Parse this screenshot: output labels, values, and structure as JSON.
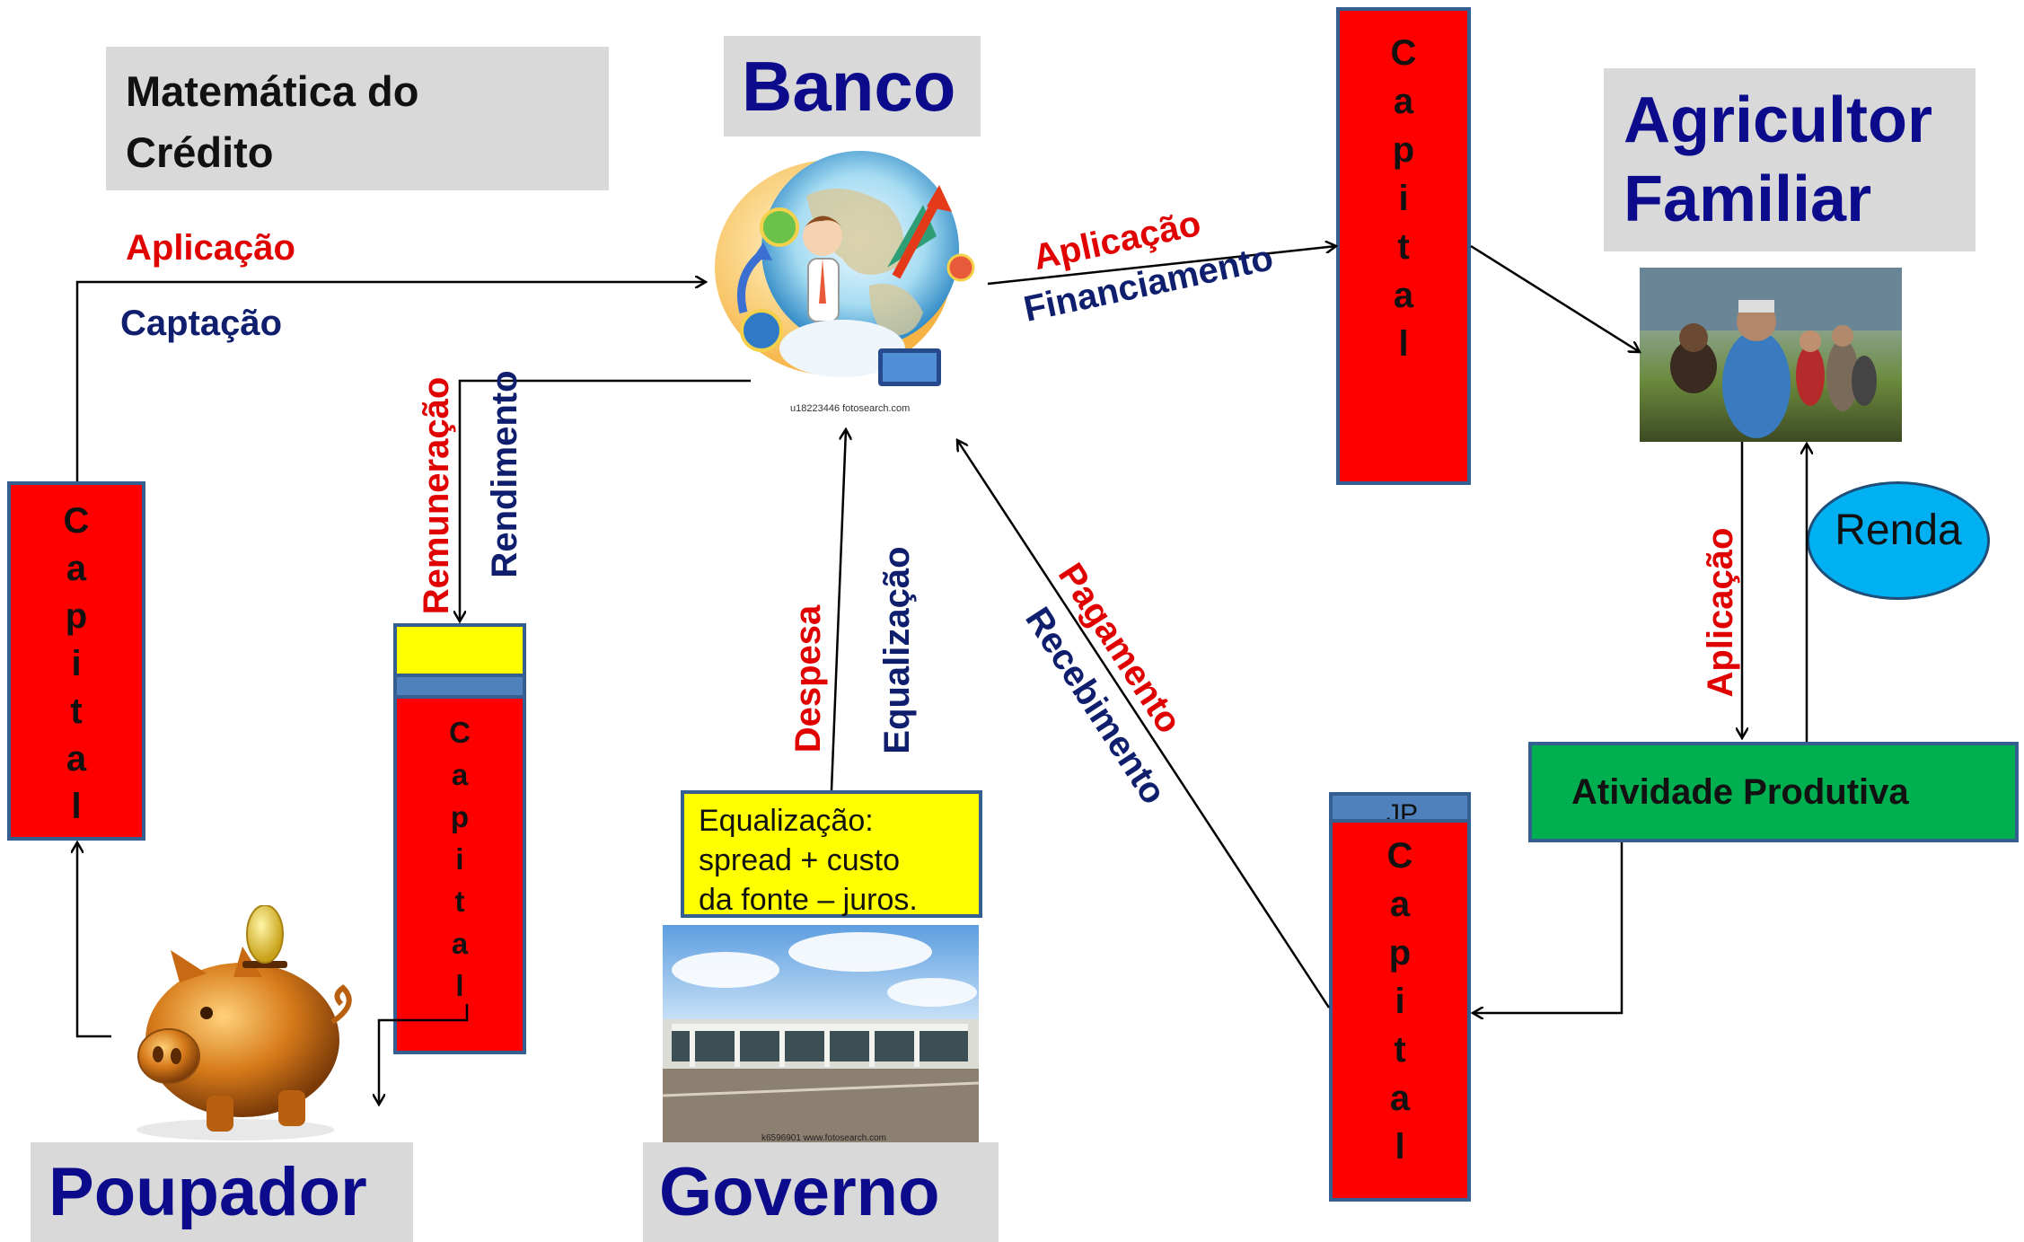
{
  "title": "Matemática do\nCrédito",
  "nodes": {
    "banco": "Banco",
    "agricultor": "Agricultor\nFamiliar",
    "poupador": "Poupador",
    "governo": "Governo",
    "atividade": "Atividade Produtiva",
    "renda": "Renda",
    "equalizacao_box": "Equalização:\nspread + custo\nda fonte – juros.",
    "jp": "JP"
  },
  "bars": {
    "capital_letters": [
      "C",
      "a",
      "p",
      "i",
      "t",
      "a",
      "l"
    ],
    "capital_small_letters": [
      "C",
      "a",
      "p",
      "i",
      "t",
      "a",
      "l"
    ]
  },
  "labels": {
    "aplicacao_left": "Aplicação",
    "captacao": "Captação",
    "remuneracao": "Remuneração",
    "rendimento": "Rendimento",
    "aplicacao_right": "Aplicação",
    "financiamento": "Financiamento",
    "despesa": "Despesa",
    "equalizacao": "Equalização",
    "pagamento": "Pagamento",
    "recebimento": "Recebimento",
    "aplicacao_vertical": "Aplicação"
  },
  "image_captions": {
    "bank": "u18223446 fotosearch.com",
    "gov": "k6596901 www.fotosearch.com"
  },
  "colors": {
    "red": "#ff0000",
    "yellow": "#ffff00",
    "green": "#00b050",
    "blue_border": "#365f91",
    "heading_blue": "#0b0b8c",
    "ellipse": "#00b0f0"
  }
}
